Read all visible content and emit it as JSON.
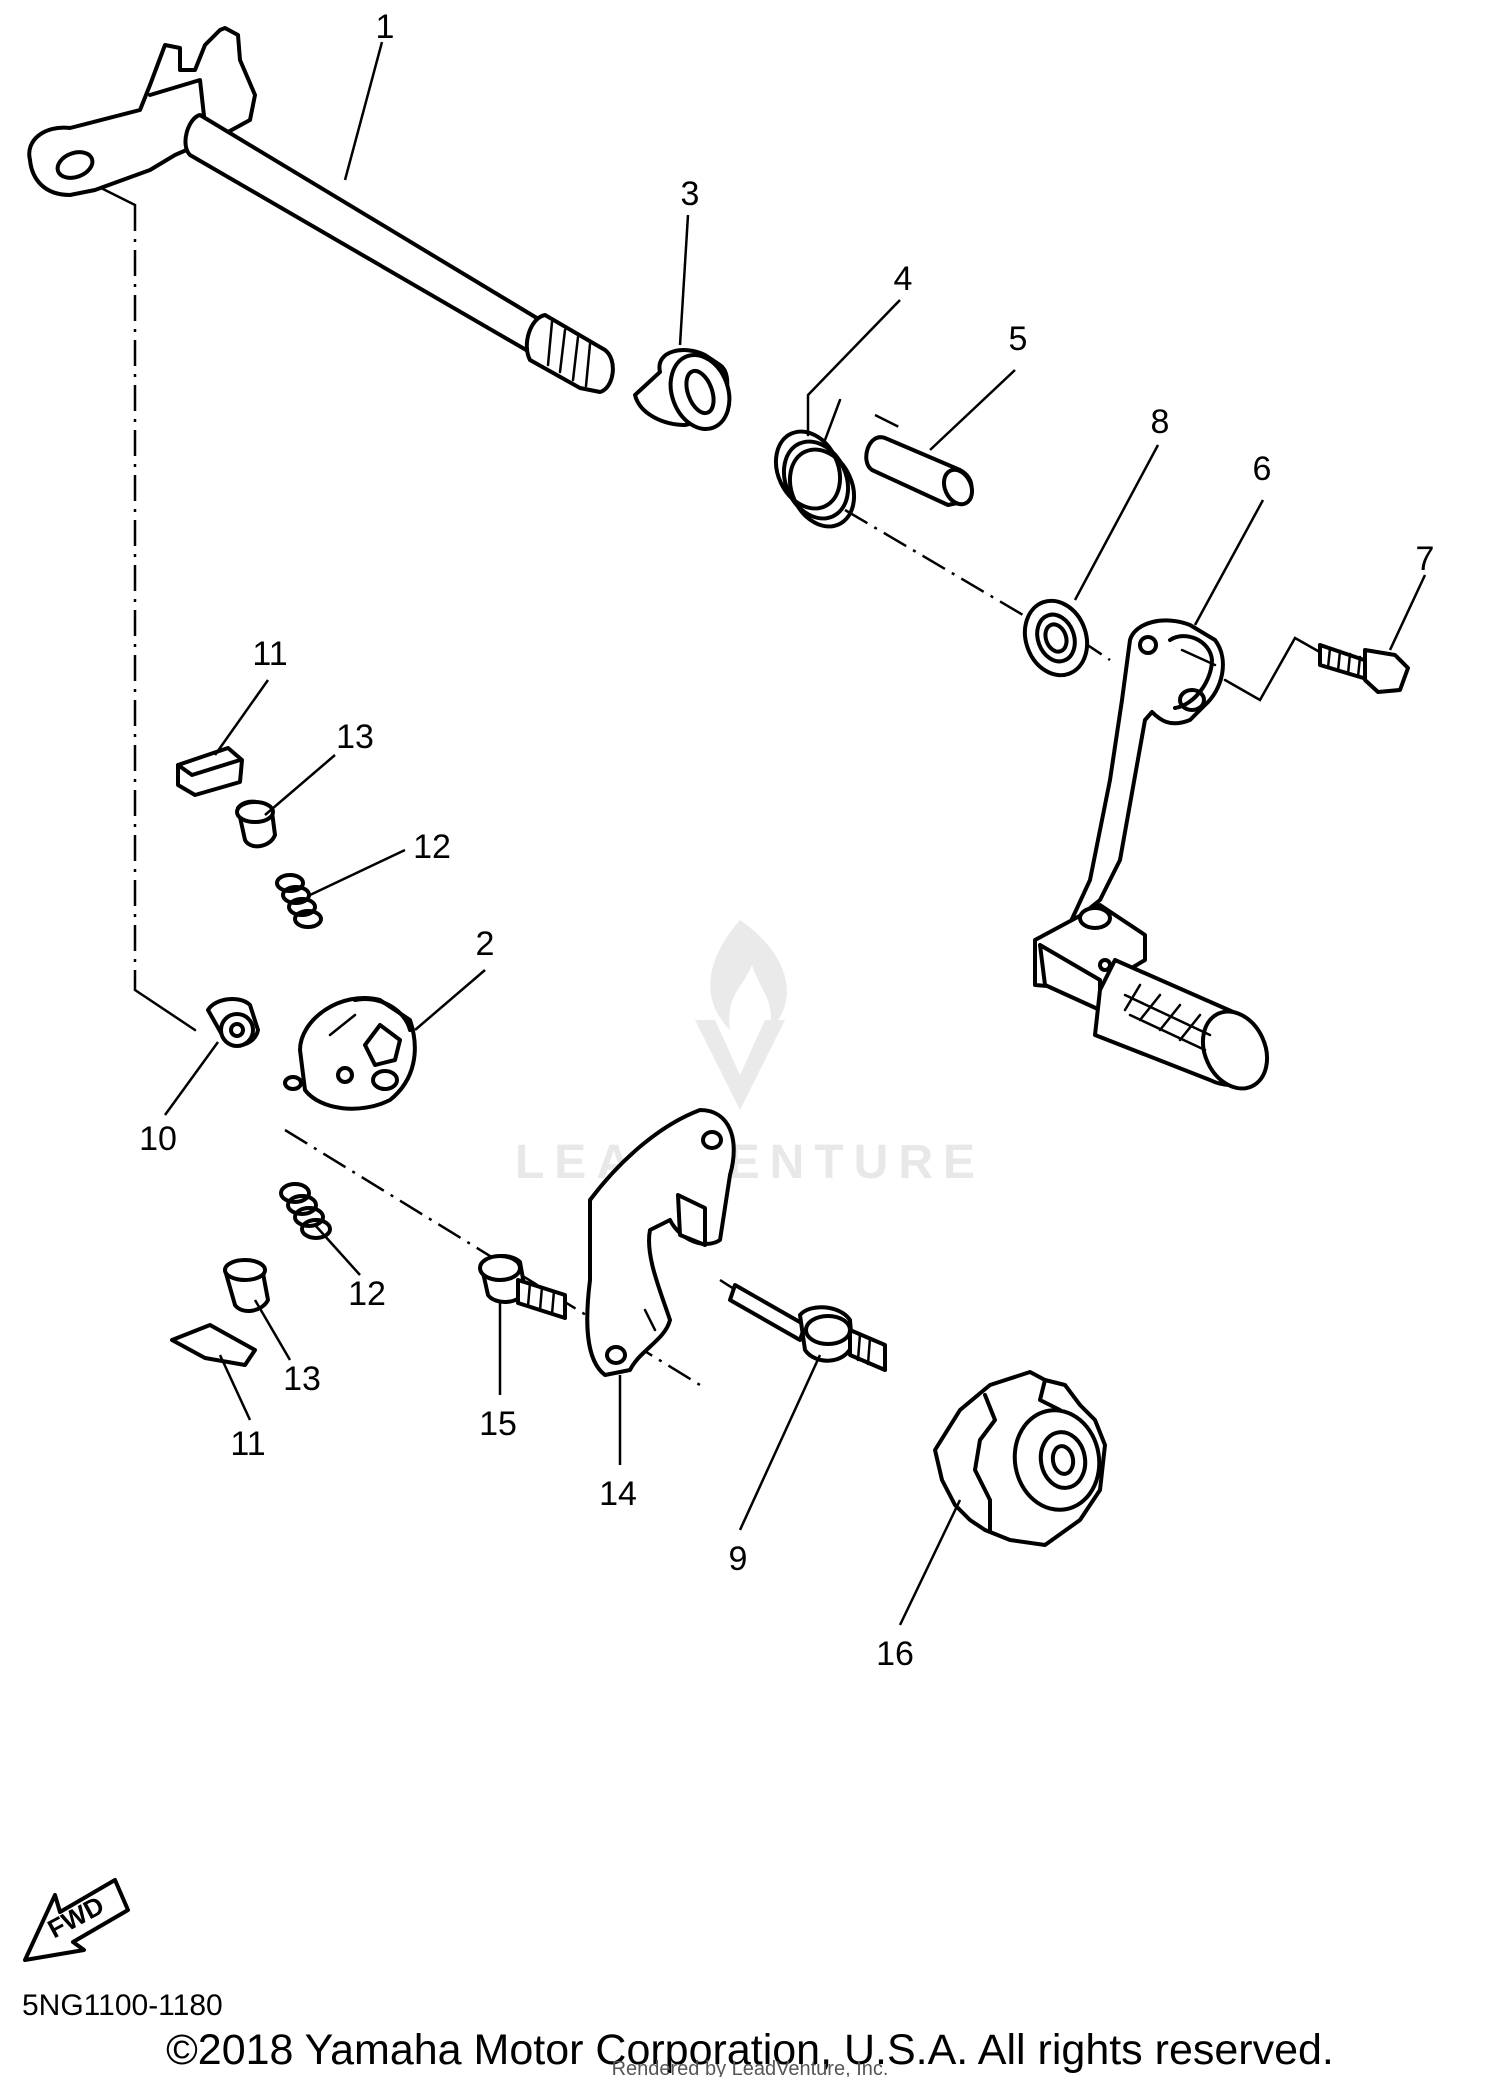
{
  "parts": [
    {
      "id": "part-1",
      "number": "1"
    },
    {
      "id": "part-2",
      "number": "2"
    },
    {
      "id": "part-3",
      "number": "3"
    },
    {
      "id": "part-4",
      "number": "4"
    },
    {
      "id": "part-5",
      "number": "5"
    },
    {
      "id": "part-6",
      "number": "6"
    },
    {
      "id": "part-7",
      "number": "7"
    },
    {
      "id": "part-8",
      "number": "8"
    },
    {
      "id": "part-9",
      "number": "9"
    },
    {
      "id": "part-10",
      "number": "10"
    },
    {
      "id": "part-11a",
      "number": "11"
    },
    {
      "id": "part-11b",
      "number": "11"
    },
    {
      "id": "part-12a",
      "number": "12"
    },
    {
      "id": "part-12b",
      "number": "12"
    },
    {
      "id": "part-13a",
      "number": "13"
    },
    {
      "id": "part-13b",
      "number": "13"
    },
    {
      "id": "part-14",
      "number": "14"
    },
    {
      "id": "part-15",
      "number": "15"
    },
    {
      "id": "part-16",
      "number": "16"
    }
  ],
  "fwd_label": "FWD",
  "diagram_code": "5NG1100-1180",
  "copyright": "©2018 Yamaha Motor Corporation, U.S.A. All rights reserved.",
  "rendered_by": "Rendered by LeadVenture, Inc.",
  "watermark": "LEADVENTURE",
  "colors": {
    "ink": "#000000",
    "background": "#ffffff",
    "watermark": "#e6e6e6"
  }
}
